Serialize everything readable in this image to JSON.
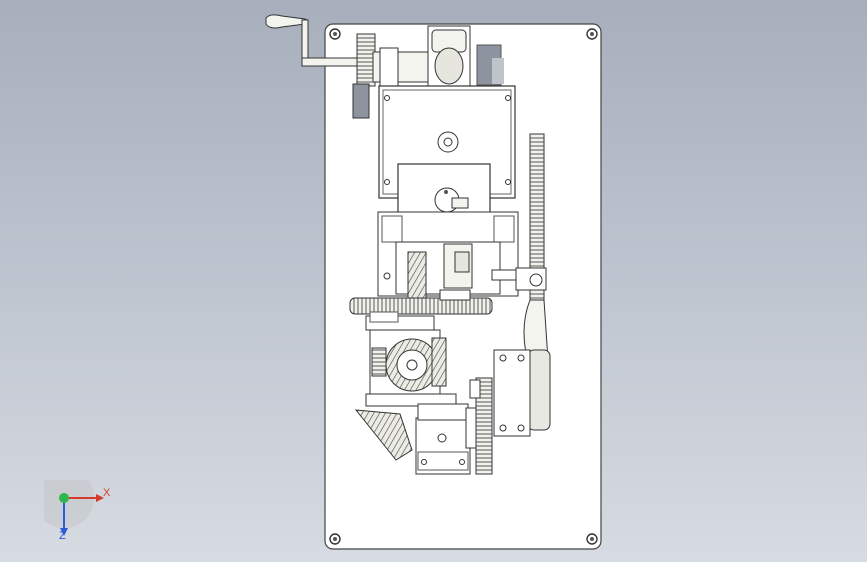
{
  "viewport": {
    "background_top": "#a7afbd",
    "background_bottom": "#d7dbe2"
  },
  "model": {
    "description_hidden": false,
    "parts": [
      "base-plate",
      "hand-crank",
      "spur-gear",
      "gearbox-housing",
      "chain-sprocket",
      "worm-gear",
      "bevel-gears",
      "pulley",
      "bearing-blocks",
      "mounting-holes"
    ]
  },
  "triad": {
    "x_label": "X",
    "z_label": "Z",
    "x_color": "#d63a2c",
    "y_color": "#2fb84a",
    "z_color": "#2d5bd6"
  }
}
